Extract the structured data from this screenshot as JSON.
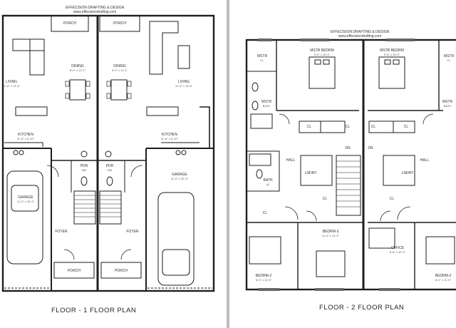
{
  "left_sheet": {
    "credit_line1": "EFFECISION DRAFTING & DESIGN",
    "credit_line2": "www.effecisiondrafting.com",
    "title": "FLOOR - 1 FLOOR PLAN",
    "rooms": [
      {
        "id": "porch-top-left",
        "label": "PORCH",
        "dim": ""
      },
      {
        "id": "porch-top-right",
        "label": "PORCH",
        "dim": ""
      },
      {
        "id": "dining-left",
        "label": "DINING",
        "dim": "8'-0\" x 11'-1\""
      },
      {
        "id": "dining-right",
        "label": "DINING",
        "dim": "8'-0\" x 11'-1\""
      },
      {
        "id": "living-left",
        "label": "LIVING",
        "dim": "11'-6\" x 13'-6\""
      },
      {
        "id": "living-right",
        "label": "LIVING",
        "dim": "11'-6\" x 13'-6\""
      },
      {
        "id": "kitchen-left",
        "label": "KITCHEN",
        "dim": "11'-6\" x 8'-10\""
      },
      {
        "id": "kitchen-right",
        "label": "KITCHEN",
        "dim": "11'-6\" x 8'-10\""
      },
      {
        "id": "pdr-left",
        "label": "PDR",
        "dim": "RM"
      },
      {
        "id": "pdr-right",
        "label": "PDR",
        "dim": "RM"
      },
      {
        "id": "garage-left",
        "label": "GARAGE",
        "dim": "11'-0\" x 22'-0\""
      },
      {
        "id": "garage-right",
        "label": "GARAGE",
        "dim": "11'-0\" x 22'-0\""
      },
      {
        "id": "foyer-left",
        "label": "FOYER",
        "dim": ""
      },
      {
        "id": "foyer-right",
        "label": "FOYER",
        "dim": ""
      },
      {
        "id": "porch-bottom-left",
        "label": "PORCH",
        "dim": ""
      },
      {
        "id": "porch-bottom-right",
        "label": "PORCH",
        "dim": ""
      }
    ]
  },
  "right_sheet": {
    "credit_line1": "EFFECISION DRAFTING & DESIGN",
    "credit_line2": "www.effecisiondrafting.com",
    "title": "FLOOR - 2 FLOOR PLAN",
    "rooms": [
      {
        "id": "mstr-cl-left",
        "label": "MSTR",
        "dim": "CL"
      },
      {
        "id": "mstr-bedrm-left",
        "label": "MSTR BEDRM",
        "dim": "9'-6\" x 15'-0\""
      },
      {
        "id": "mstr-bedrm-right",
        "label": "MSTR BEDRM",
        "dim": "9'-6\" x 15'-0\""
      },
      {
        "id": "mstr-cl-right",
        "label": "MSTR",
        "dim": "CL"
      },
      {
        "id": "mstr-bath-left",
        "label": "MSTR",
        "dim": "BATH"
      },
      {
        "id": "mstr-bath-right",
        "label": "MSTR",
        "dim": "BATH"
      },
      {
        "id": "cl-a",
        "label": "CL",
        "dim": ""
      },
      {
        "id": "cl-b",
        "label": "CL",
        "dim": ""
      },
      {
        "id": "cl-c",
        "label": "CL",
        "dim": ""
      },
      {
        "id": "cl-d",
        "label": "CL",
        "dim": ""
      },
      {
        "id": "hall-left",
        "label": "HALL",
        "dim": ""
      },
      {
        "id": "hall-right",
        "label": "HALL",
        "dim": ""
      },
      {
        "id": "dn-left",
        "label": "DN",
        "dim": ""
      },
      {
        "id": "dn-right",
        "label": "DN",
        "dim": ""
      },
      {
        "id": "lndry-left",
        "label": "LNDRY",
        "dim": ""
      },
      {
        "id": "lndry-right",
        "label": "LNDRY",
        "dim": ""
      },
      {
        "id": "bath2-left",
        "label": "BATH",
        "dim": "#2"
      },
      {
        "id": "cl-e",
        "label": "CL",
        "dim": ""
      },
      {
        "id": "cl-f",
        "label": "CL",
        "dim": ""
      },
      {
        "id": "cl-g",
        "label": "CL",
        "dim": ""
      },
      {
        "id": "bedrm3",
        "label": "BEDRM-3",
        "dim": "11'-5\" x 11'-2\""
      },
      {
        "id": "office",
        "label": "OFFICE",
        "dim": "8'-5\" x 10'-4\""
      },
      {
        "id": "bedrm2-left",
        "label": "BEDRM-2",
        "dim": "8'-5\" x 11'-5\""
      },
      {
        "id": "bedrm2-right",
        "label": "BEDRM-2",
        "dim": "8'-0\" x 11'-5\""
      }
    ]
  }
}
